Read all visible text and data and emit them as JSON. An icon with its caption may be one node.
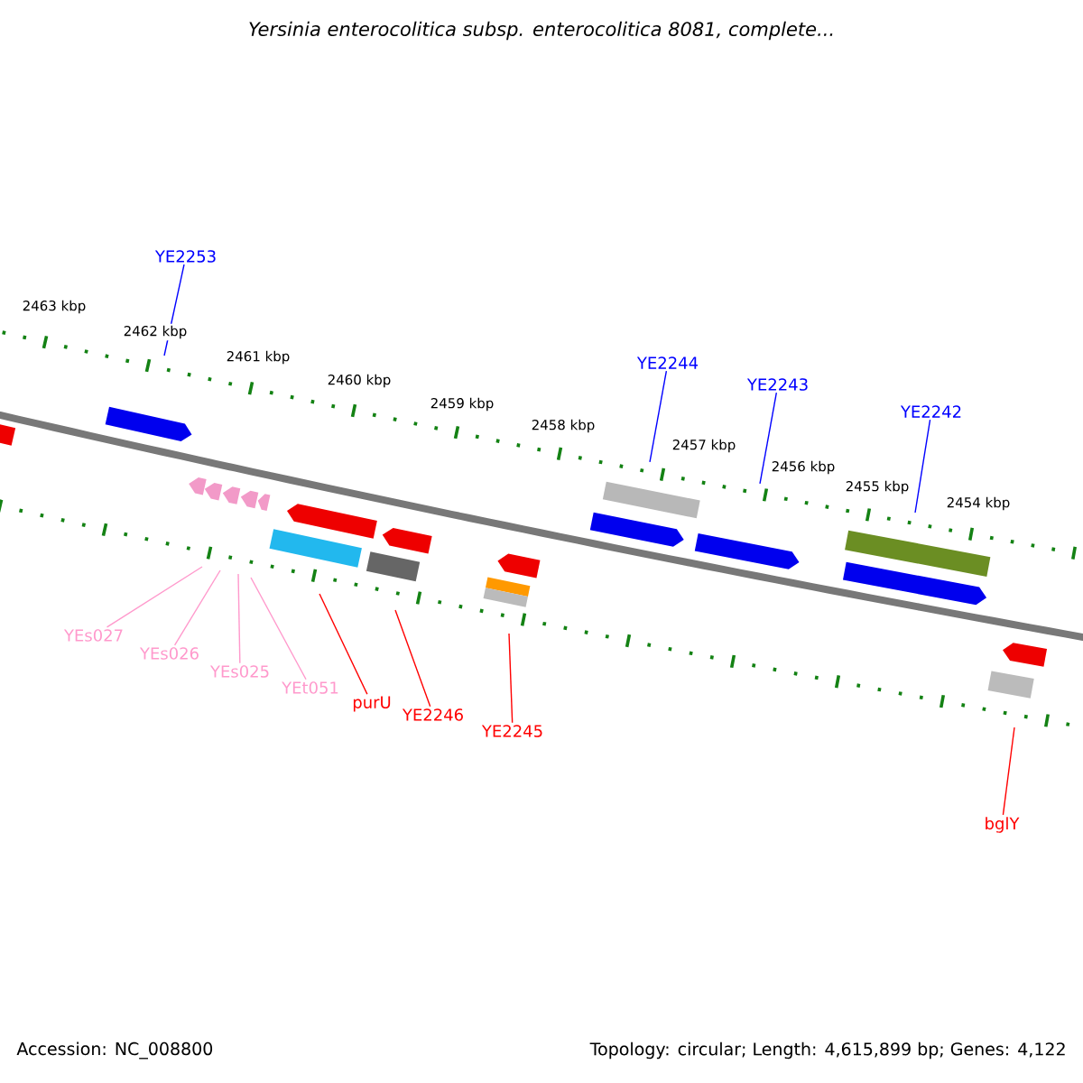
{
  "diagram": {
    "title": "Yersinia enterocolitica subsp. enterocolitica 8081, complete...",
    "nodes": [
      {
        "text": [
          "YE2253"
        ]
      },
      {
        "text": [
          "YE2244"
        ]
      },
      {
        "text": [
          "YE2243"
        ]
      },
      {
        "text": [
          "YE2242"
        ]
      },
      {
        "text": [
          "YEs027"
        ]
      },
      {
        "text": [
          "YEs026"
        ]
      },
      {
        "text": [
          "YEs025"
        ]
      },
      {
        "text": [
          "YEt051"
        ]
      },
      {
        "text": [
          "purU"
        ]
      },
      {
        "text": [
          "YE2246"
        ]
      },
      {
        "text": [
          "YE2245"
        ]
      },
      {
        "text": [
          "bglY"
        ]
      }
    ],
    "edges": [
      {
        "from": 0,
        "to": null,
        "arrow": "none",
        "color": "#0000ff"
      },
      {
        "from": 1,
        "to": null,
        "arrow": "none",
        "color": "#0000ff"
      },
      {
        "from": 2,
        "to": null,
        "arrow": "none",
        "color": "#0000ff"
      },
      {
        "from": 3,
        "to": null,
        "arrow": "none",
        "color": "#0000ff"
      },
      {
        "from": 4,
        "to": null,
        "arrow": "none",
        "color": "#ff99cc"
      },
      {
        "from": 5,
        "to": null,
        "arrow": "none",
        "color": "#ff99cc"
      },
      {
        "from": 6,
        "to": null,
        "arrow": "none",
        "color": "#ff99cc"
      },
      {
        "from": 7,
        "to": null,
        "arrow": "none",
        "color": "#ff99cc"
      },
      {
        "from": 8,
        "to": null,
        "arrow": "none",
        "color": "#ff0000"
      },
      {
        "from": 9,
        "to": null,
        "arrow": "none",
        "color": "#ff0000"
      },
      {
        "from": 10,
        "to": null,
        "arrow": "none",
        "color": "#ff0000"
      },
      {
        "from": 11,
        "to": null,
        "arrow": "none",
        "color": "#ff0000"
      }
    ],
    "labels": [
      "2463 kbp",
      "2462 kbp",
      "2461 kbp",
      "2460 kbp",
      "2459 kbp",
      "2458 kbp",
      "2457 kbp",
      "2456 kbp",
      "2455 kbp",
      "2454 kbp",
      "Accession: NC_008800",
      "Topology: circular; Length: 4,615,899 bp; Genes: 4,122"
    ]
  }
}
